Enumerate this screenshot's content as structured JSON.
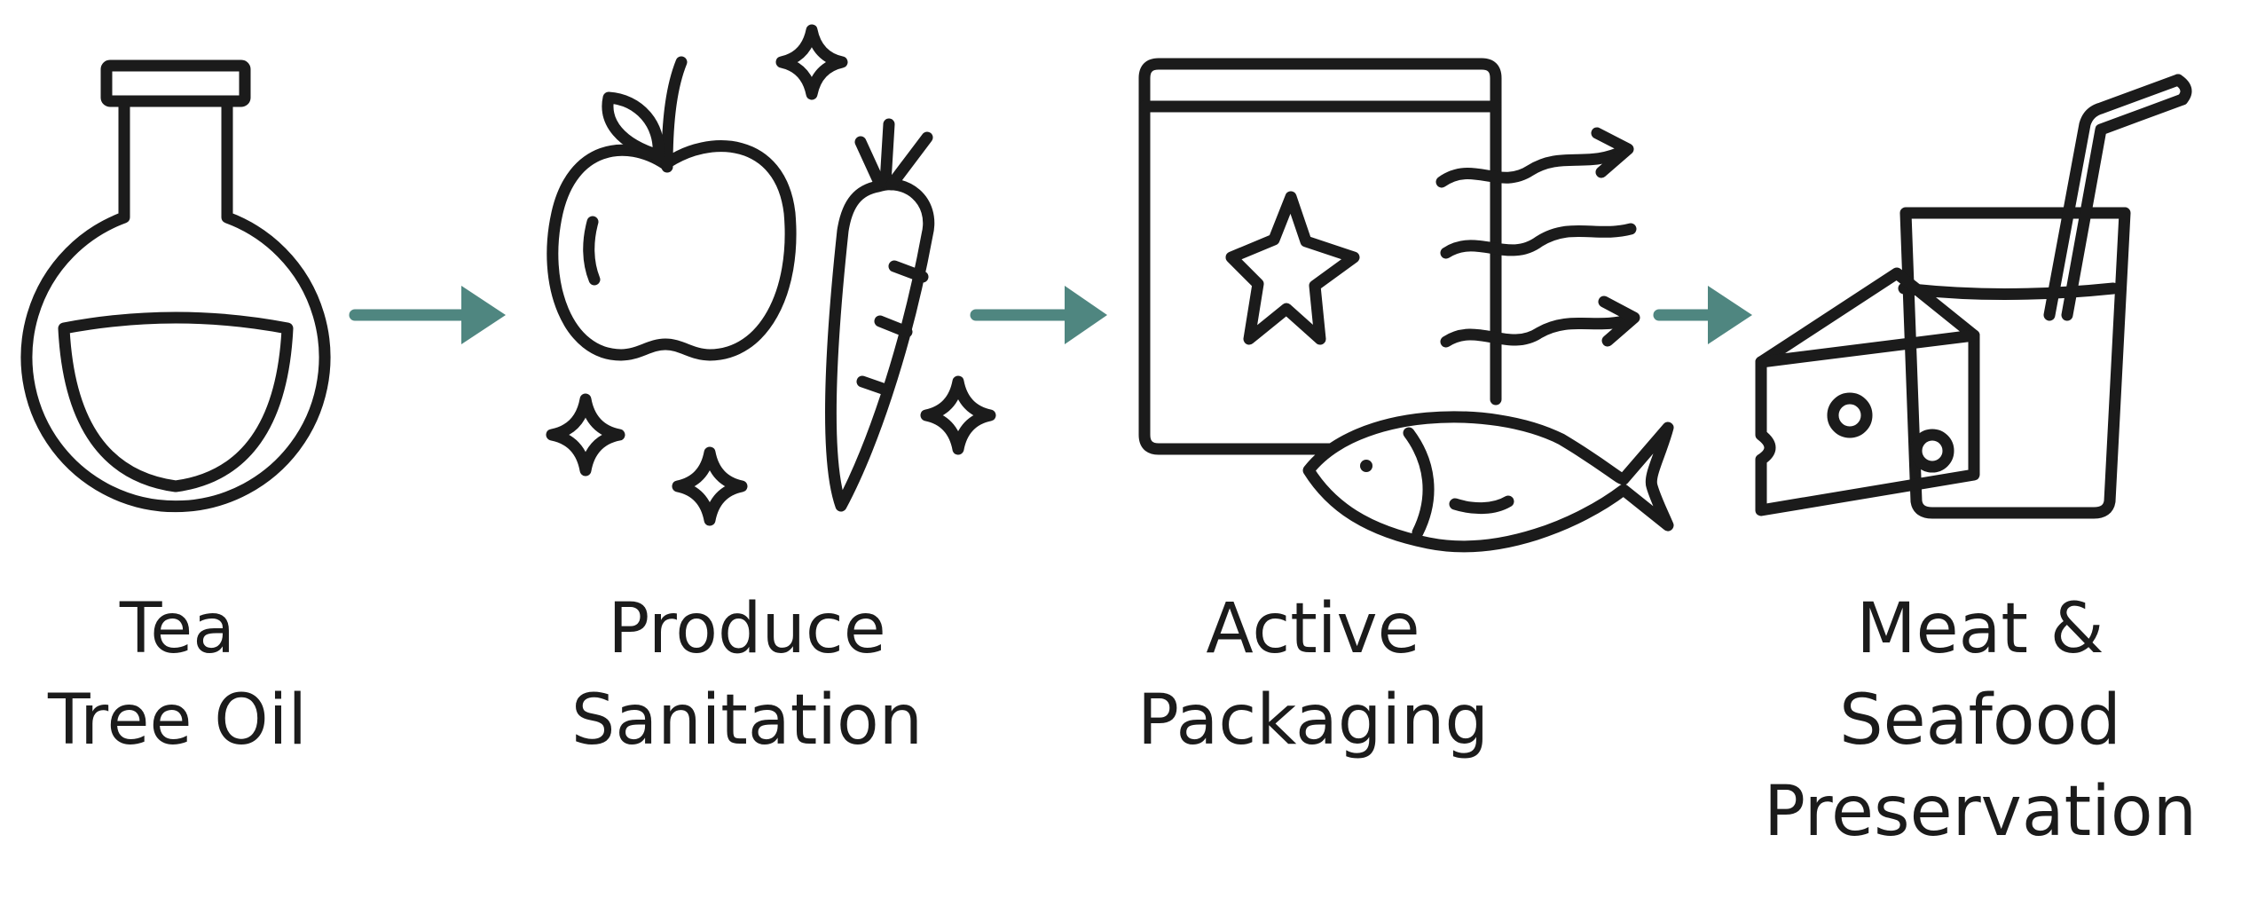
{
  "steps": [
    {
      "id": "tea-tree-oil",
      "icon": "flask-icon",
      "label_lines": [
        "Tea",
        "Tree Oil"
      ]
    },
    {
      "id": "produce-sanitation",
      "icon": "produce-icon",
      "label_lines": [
        "Produce",
        "Sanitation"
      ]
    },
    {
      "id": "active-packaging",
      "icon": "package-icon",
      "label_lines": [
        "Active",
        "Packaging"
      ]
    },
    {
      "id": "meat-seafood-preservation",
      "icon": "cheese-drink-icon",
      "label_lines": [
        "Meat &",
        "Seafood",
        "Preservation"
      ]
    }
  ],
  "colors": {
    "ink": "#1b1b1b",
    "arrow": "#4f8680",
    "background": "#ffffff"
  }
}
